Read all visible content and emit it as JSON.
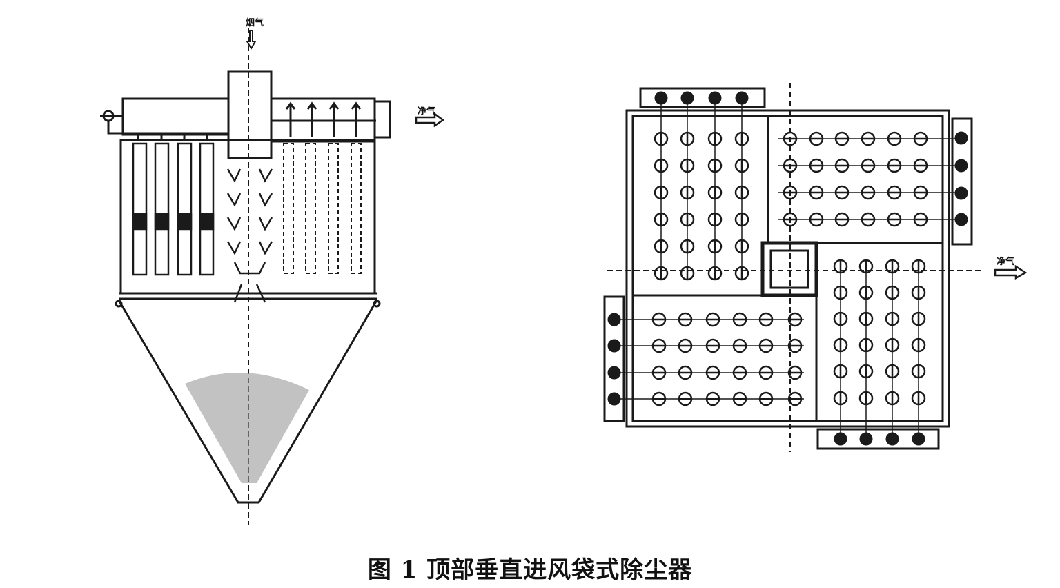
{
  "caption": "图 1  顶部垂直进风袋式除尘器",
  "labels": {
    "inlet": "烟气",
    "outlet_side_view": "净气",
    "outlet_plan_view": "净气"
  },
  "colors": {
    "ink": "#1a1a1a",
    "dust": "#9a9a9a"
  }
}
